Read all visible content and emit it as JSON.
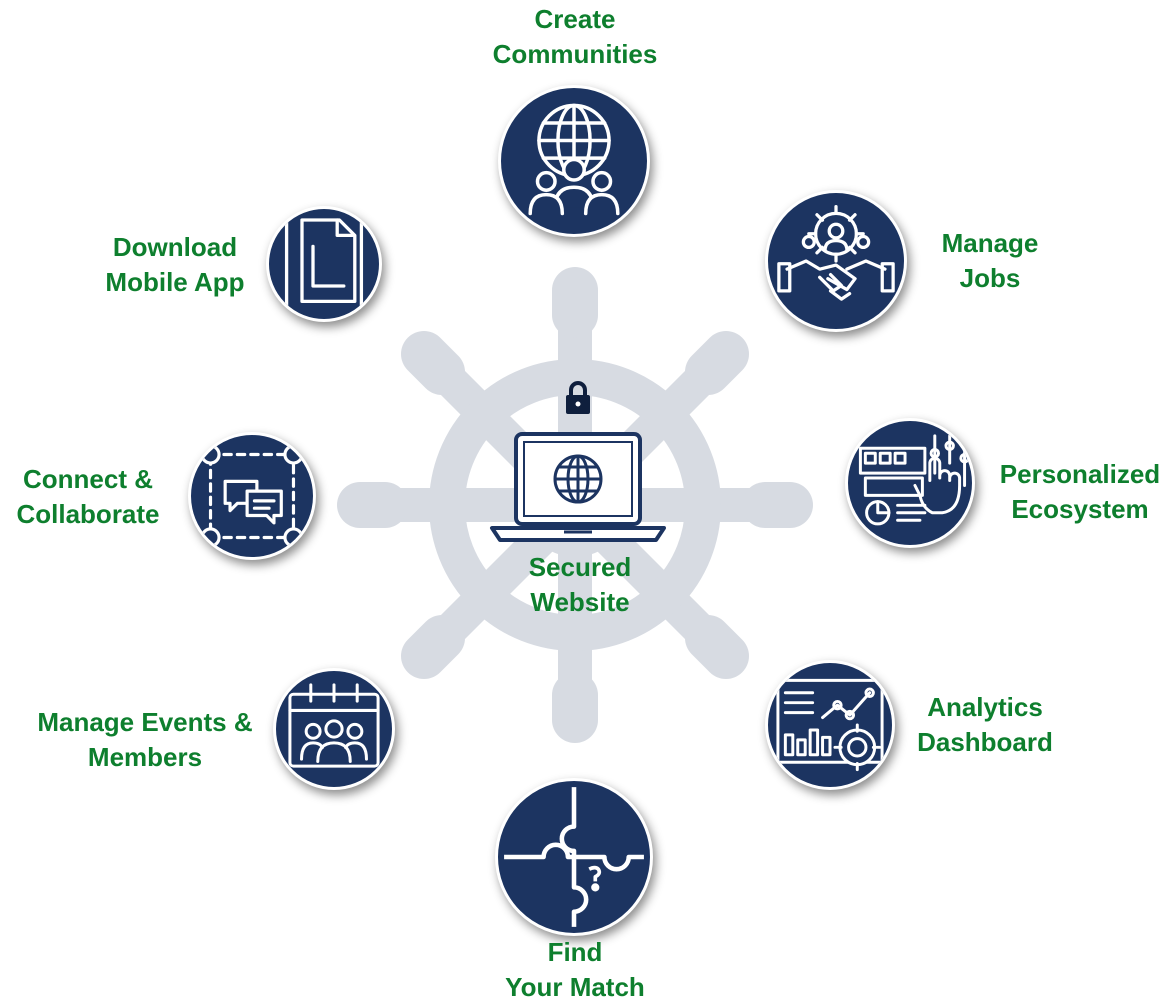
{
  "center": {
    "line1": "Secured",
    "line2": "Website",
    "icons": [
      "lock-icon",
      "laptop-icon",
      "globe-icon"
    ]
  },
  "features": [
    {
      "key": "create-communities",
      "line1": "Create",
      "line2": "Communities",
      "icon": "globe-people-icon"
    },
    {
      "key": "manage-jobs",
      "line1": "Manage",
      "line2": "Jobs",
      "icon": "handshake-gear-icon"
    },
    {
      "key": "personalized-ecosystem",
      "line1": "Personalized",
      "line2": "Ecosystem",
      "icon": "dashboard-touch-icon"
    },
    {
      "key": "analytics-dashboard",
      "line1": "Analytics",
      "line2": "Dashboard",
      "icon": "chart-gear-icon"
    },
    {
      "key": "find-your-match",
      "line1": "Find",
      "line2": "Your Match",
      "icon": "puzzle-icon"
    },
    {
      "key": "manage-events-members",
      "line1": "Manage Events &",
      "line2": "Members",
      "icon": "calendar-people-icon"
    },
    {
      "key": "connect-collaborate",
      "line1": "Connect &",
      "line2": "Collaborate",
      "icon": "chat-network-icon"
    },
    {
      "key": "download-mobile-app",
      "line1": "Download",
      "line2": "Mobile App",
      "icon": "mobile-app-icon"
    }
  ],
  "colors": {
    "label_green": "#0e7f2e",
    "icon_navy": "#1c3461",
    "wheel_gray": "#d7dbe2"
  }
}
